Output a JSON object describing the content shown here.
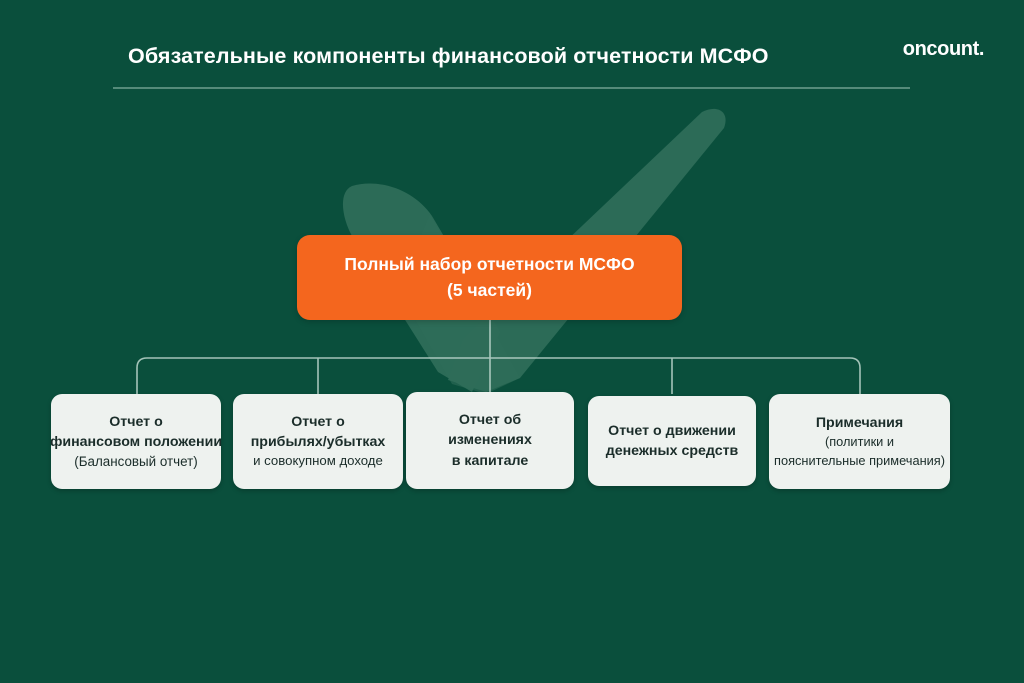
{
  "header": {
    "title": "Обязательные компоненты финансовой отчетности МСФО",
    "logo": "oncount."
  },
  "colors": {
    "background": "#0a4f3c",
    "accent_orange": "#f4661e",
    "card_background": "#eef2ef",
    "card_text": "#1b2d2a",
    "connector": "#bfd8cf",
    "checkmark": "#2d6b56"
  },
  "root_node": {
    "line1": "Полный набор отчетности МСФО",
    "line2": "(5 частей)"
  },
  "cards": [
    {
      "line1": "Отчет о",
      "line2": "финансовом положении",
      "line3": "(Балансовый отчет)"
    },
    {
      "line1": "Отчет о",
      "line2": "прибылях/убытках",
      "line3": "и совокупном доходе"
    },
    {
      "line1": "Отчет об",
      "line2": "изменениях",
      "line3": "в капитале"
    },
    {
      "line1": "Отчет о движении",
      "line2": "денежных средств",
      "line3": ""
    },
    {
      "line1": "Примечания",
      "line2": "(политики и",
      "line3": "пояснительные примечания)"
    }
  ]
}
